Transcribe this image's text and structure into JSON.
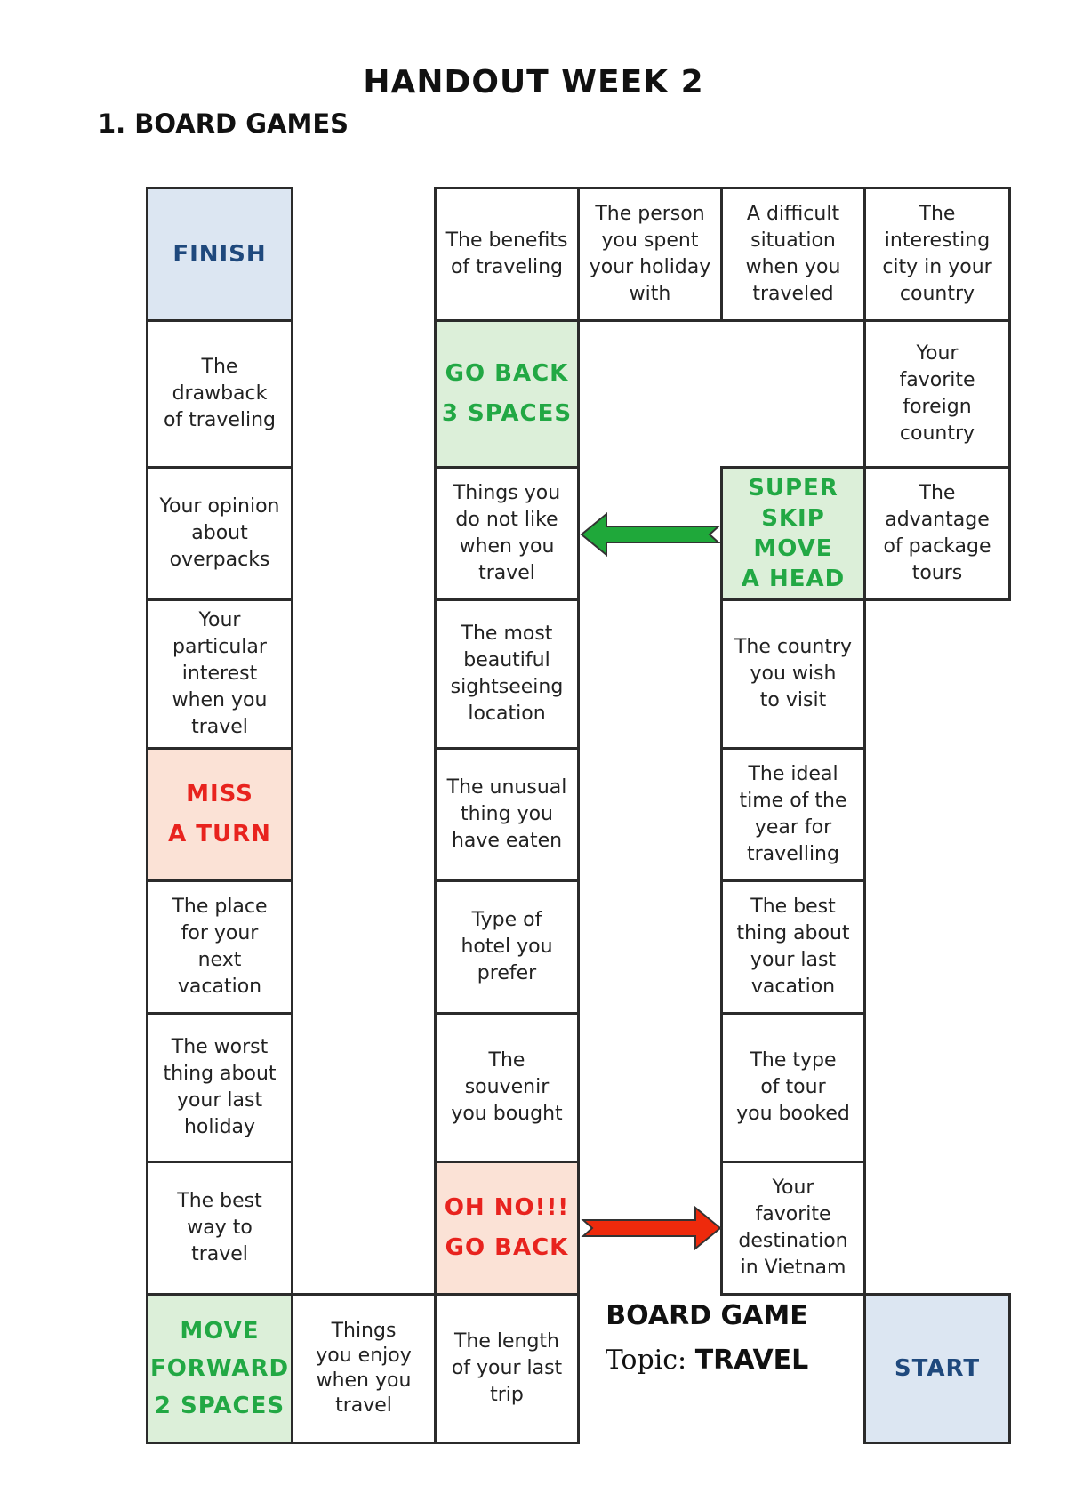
{
  "header": {
    "title": "HANDOUT WEEK 2",
    "section": "1. BOARD GAMES"
  },
  "board": {
    "label": "BOARD GAME",
    "topic_prefix": "Topic:",
    "topic_value": "TRAVEL",
    "cells": {
      "finish": "FINISH",
      "drawback": "The\ndrawback\nof traveling",
      "opinion": "Your opinion\nabout\noverpacks",
      "interest": "Your\nparticular\ninterest\nwhen you\ntravel",
      "miss_turn": "MISS\nA TURN",
      "next_vacation": "The place\nfor your\nnext\nvacation",
      "worst_holiday": "The worst\nthing about\nyour last\nholiday",
      "best_way": "The best\nway to\ntravel",
      "move_forward": "MOVE\nFORWARD\n2 SPACES",
      "enjoy": "Things\nyou enjoy\nwhen you\ntravel",
      "benefits": "The benefits\nof traveling",
      "go_back_3": "GO BACK\n3 SPACES",
      "dislike": "Things you\ndo not like\nwhen you\ntravel",
      "sightseeing": "The most\nbeautiful\nsightseeing\nlocation",
      "unusual": "The unusual\nthing you\nhave eaten",
      "hotel": "Type of\nhotel you\nprefer",
      "souvenir": "The\nsouvenir\nyou bought",
      "oh_no": "OH NO!!!\nGO BACK",
      "length": "The length\nof your last\ntrip",
      "person": "The person\nyou spent\nyour holiday\nwith",
      "difficult": "A difficult\nsituation\nwhen you\ntraveled",
      "super_skip": "SUPER\nSKIP\nMOVE\nA HEAD",
      "wish": "The country\nyou wish\nto visit",
      "ideal_time": "The ideal\ntime of the\nyear for\ntravelling",
      "best_thing": "The best\nthing about\nyour last\nvacation",
      "tour_type": "The type\nof tour\nyou booked",
      "vietnam": "Your\nfavorite\ndestination\nin Vietnam",
      "city": "The\ninteresting\ncity in your\ncountry",
      "foreign": "Your\nfavorite\nforeign\ncountry",
      "package": "The\nadvantage\nof package\ntours",
      "start": "START"
    },
    "colors": {
      "finish_start_bg": "#dce6f2",
      "finish_start_text": "#1f497d",
      "green_bg": "#dcefd9",
      "green_text": "#22a844",
      "red_bg": "#fbe2d6",
      "red_text": "#e8231e",
      "arrow_green": "#1fa83a",
      "arrow_red": "#ee2a0c"
    }
  }
}
